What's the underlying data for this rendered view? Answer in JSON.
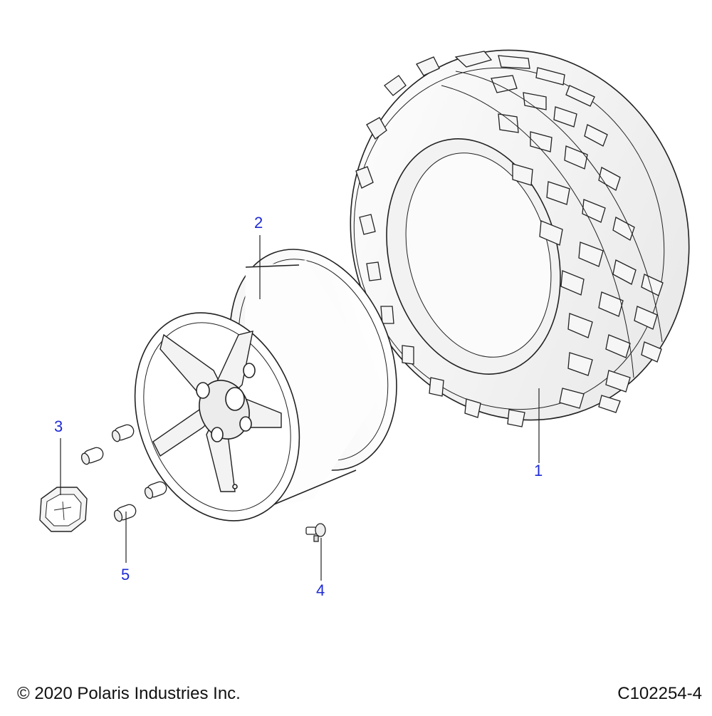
{
  "diagram": {
    "callouts": [
      {
        "number": "1",
        "part": "tire"
      },
      {
        "number": "2",
        "part": "wheel"
      },
      {
        "number": "3",
        "part": "hub-cap"
      },
      {
        "number": "4",
        "part": "valve-stem"
      },
      {
        "number": "5",
        "part": "lug-nut"
      }
    ]
  },
  "footer": {
    "copyright": "© 2020 Polaris Industries Inc.",
    "drawing_id": "C102254-4"
  },
  "colors": {
    "callout": "#1f2bd6",
    "line_art": "#222222",
    "fill": "#ffffff",
    "shade": "#e9e9e9"
  }
}
